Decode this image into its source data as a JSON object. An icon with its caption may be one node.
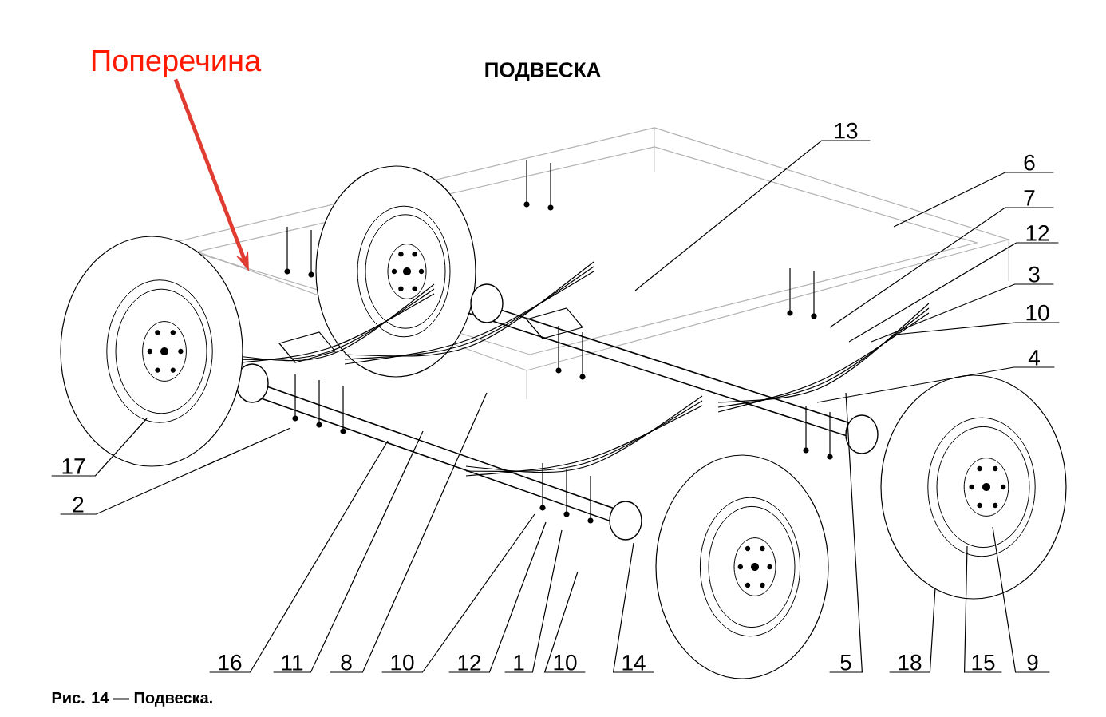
{
  "diagram": {
    "title": "ПОДВЕСКА",
    "caption": "Рис. 14 — Подвеска.",
    "nodes": [
      {
        "text": [
          "Поперечина"
        ]
      },
      {
        "text": [
          "13"
        ]
      },
      {
        "text": [
          "6"
        ]
      },
      {
        "text": [
          "7"
        ]
      },
      {
        "text": [
          "12"
        ]
      },
      {
        "text": [
          "3"
        ]
      },
      {
        "text": [
          "10"
        ]
      },
      {
        "text": [
          "4"
        ]
      },
      {
        "text": [
          "17"
        ]
      },
      {
        "text": [
          "2"
        ]
      },
      {
        "text": [
          "16"
        ]
      },
      {
        "text": [
          "11"
        ]
      },
      {
        "text": [
          "8"
        ]
      },
      {
        "text": [
          "10"
        ]
      },
      {
        "text": [
          "12"
        ]
      },
      {
        "text": [
          "1"
        ]
      },
      {
        "text": [
          "10"
        ]
      },
      {
        "text": [
          "14"
        ]
      },
      {
        "text": [
          "5"
        ]
      },
      {
        "text": [
          "18"
        ]
      },
      {
        "text": [
          "15"
        ]
      },
      {
        "text": [
          "9"
        ]
      }
    ],
    "edges": [
      {
        "from": 0,
        "to": null,
        "arrow": "to",
        "style": "thick",
        "color": "#e03c31"
      },
      {
        "from": 1,
        "to": null,
        "arrow": "none"
      },
      {
        "from": 2,
        "to": null,
        "arrow": "none"
      },
      {
        "from": 3,
        "to": null,
        "arrow": "none"
      },
      {
        "from": 4,
        "to": null,
        "arrow": "none"
      },
      {
        "from": 5,
        "to": null,
        "arrow": "none"
      },
      {
        "from": 6,
        "to": null,
        "arrow": "none"
      },
      {
        "from": 7,
        "to": null,
        "arrow": "none"
      },
      {
        "from": 8,
        "to": null,
        "arrow": "none"
      },
      {
        "from": 9,
        "to": null,
        "arrow": "none"
      },
      {
        "from": 10,
        "to": null,
        "arrow": "none"
      },
      {
        "from": 11,
        "to": null,
        "arrow": "none"
      },
      {
        "from": 12,
        "to": null,
        "arrow": "none"
      },
      {
        "from": 13,
        "to": null,
        "arrow": "none"
      },
      {
        "from": 14,
        "to": null,
        "arrow": "none"
      },
      {
        "from": 15,
        "to": null,
        "arrow": "none"
      },
      {
        "from": 16,
        "to": null,
        "arrow": "none"
      },
      {
        "from": 17,
        "to": null,
        "arrow": "none"
      },
      {
        "from": 18,
        "to": null,
        "arrow": "none"
      },
      {
        "from": 19,
        "to": null,
        "arrow": "none"
      },
      {
        "from": 20,
        "to": null,
        "arrow": "none"
      },
      {
        "from": 21,
        "to": null,
        "arrow": "none"
      }
    ]
  }
}
